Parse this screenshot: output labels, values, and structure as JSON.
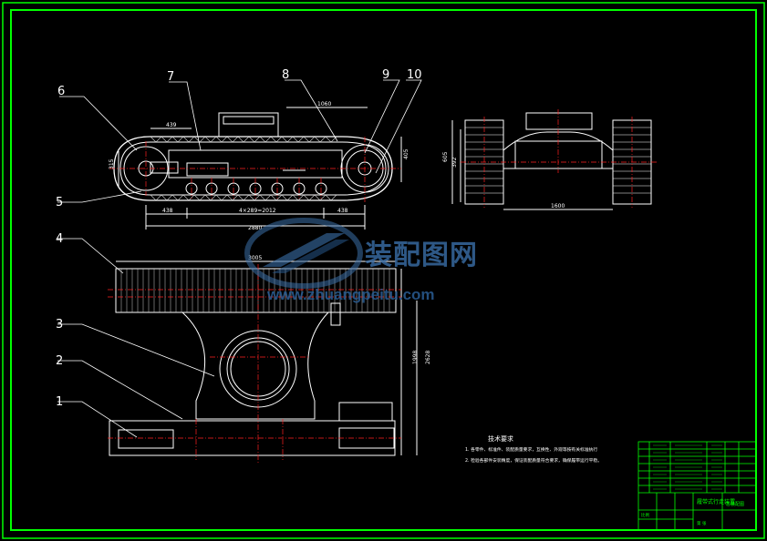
{
  "drawing": {
    "colors": {
      "background": "#000000",
      "frame": "#00ff00",
      "lines": "#ffffff",
      "center_lines": "#ff2020",
      "dimensions": "#ffffff",
      "watermark": "#3a6fa8"
    },
    "part_numbers": [
      "1",
      "2",
      "3",
      "4",
      "5",
      "6",
      "7",
      "8",
      "9",
      "10"
    ],
    "dimensions": {
      "side_top_right": "1060",
      "side_left_top": "439",
      "side_height": "315",
      "side_right_height": "405",
      "side_bottom_left": "438",
      "side_bottom_mid": "4×289=2012",
      "side_bottom_right": "438",
      "side_overall": "2880",
      "front_height_outer": "605",
      "front_height_inner": "392",
      "front_width": "1600",
      "top_overall": "3005",
      "plan_height_inner": "1998",
      "plan_height_outer": "2628"
    },
    "notes_title": "技术要求",
    "notes": [
      "1. 各零件、标准件、装配质量要求，互换性、外观等按有关标准执行",
      "2. 检验各部件安装精度，保证装配质量符合要求，确保履带运行平稳。"
    ],
    "title_block": {
      "drawing_title": "履带式行走装置",
      "subtitle": "总装配图",
      "scale_label": "比例",
      "sheet_label": "第 张"
    }
  },
  "watermark": {
    "brand": "装配图网",
    "url": "www.zhuangpeitu.com"
  }
}
